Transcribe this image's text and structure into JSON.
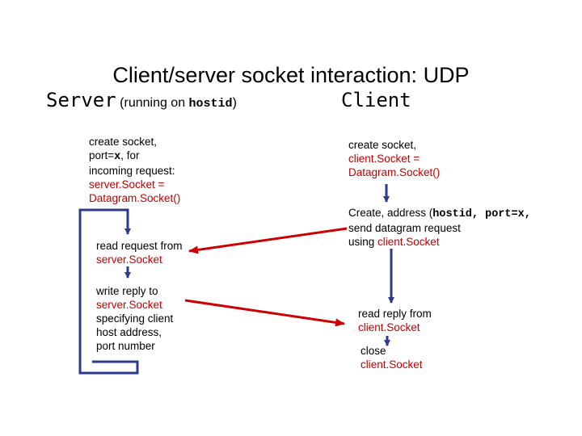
{
  "title": "Client/server socket interaction: UDP",
  "server_header": {
    "label": "Server",
    "note_prefix": "(running on ",
    "note_code": "hostid",
    "note_suffix": ")"
  },
  "client_header": {
    "label": "Client"
  },
  "server_steps": {
    "create": {
      "line1": "create socket,",
      "port_prefix": "port=",
      "port_code": "x",
      "port_suffix": ", for",
      "line3": "incoming request:",
      "code1": "server.Socket =",
      "code2": "Datagram.Socket()"
    },
    "read": {
      "line1": "read request from",
      "code": "server.Socket"
    },
    "write": {
      "line1": "write reply to",
      "code": "server.Socket",
      "line3": "specifying client",
      "line4": "host address,",
      "line5": "port number"
    }
  },
  "client_steps": {
    "create": {
      "line1": "create socket,",
      "code1": "client.Socket =",
      "code2": "Datagram.Socket()"
    },
    "send": {
      "prefix": "Create, address (",
      "code": "hostid, port=x,",
      "line2": "send datagram request",
      "line3_prefix": "using ",
      "line3_code": "client.Socket"
    },
    "read": {
      "line1": "read reply from",
      "code": "client.Socket"
    },
    "close": {
      "line1": "close",
      "code": "client.Socket"
    }
  },
  "colors": {
    "flow_arrow": "#2b3a8c",
    "message_arrow": "#cc0000",
    "code_text": "#c00000"
  }
}
